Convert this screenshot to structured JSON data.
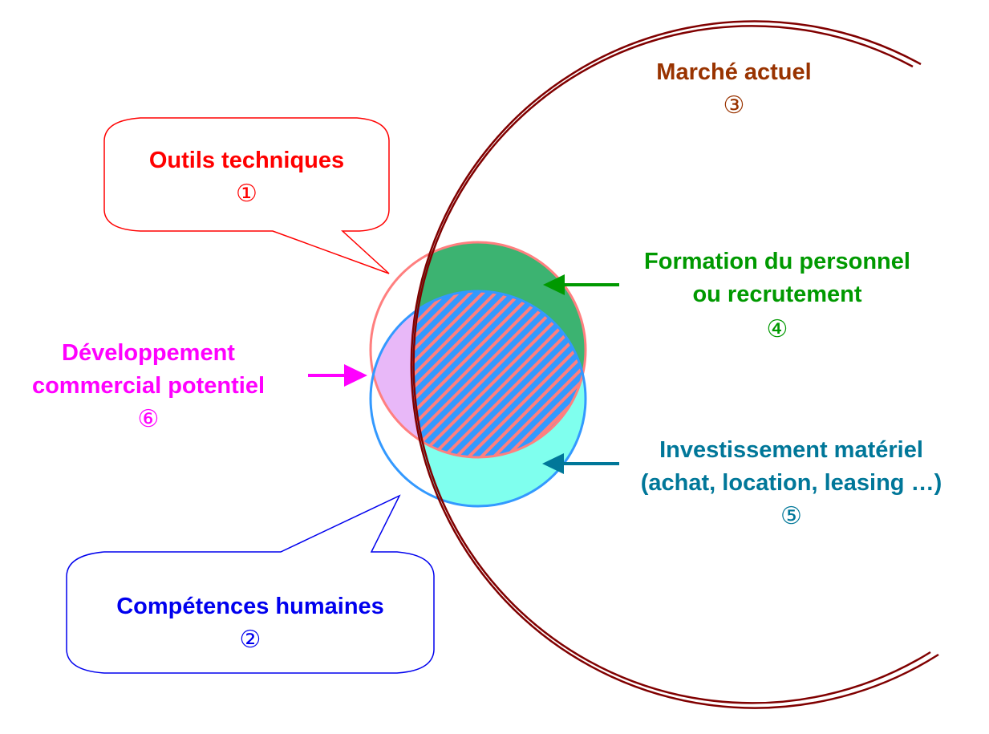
{
  "diagram": {
    "title": "",
    "colors": {
      "market": "#800000",
      "outils": "#ff0000",
      "outils_circle": "#ff7f7f",
      "competences": "#0000ee",
      "competences_circle": "#3399ff",
      "formation": "#009900",
      "formation_fill": "#3cb371",
      "investissement": "#007799",
      "investissement_fill": "#7fffee",
      "developpement": "#ff00ff",
      "developpement_fill": "#e8b8f8",
      "intersection_hatch_a": "#3399ff",
      "intersection_hatch_b": "#ff7f7f"
    },
    "labels": {
      "outils": {
        "text": "Outils techniques",
        "number": "①"
      },
      "competences": {
        "text": "Compétences humaines",
        "number": "②"
      },
      "marche": {
        "text": "Marché actuel",
        "number": "③"
      },
      "formation": {
        "line1": "Formation du personnel",
        "line2": "ou recrutement",
        "number": "④"
      },
      "investissement": {
        "line1": "Investissement matériel",
        "line2": "(achat, location, leasing …)",
        "number": "⑤"
      },
      "developpement": {
        "line1": "Développement",
        "line2": "commercial potentiel",
        "number": "⑥"
      }
    }
  }
}
